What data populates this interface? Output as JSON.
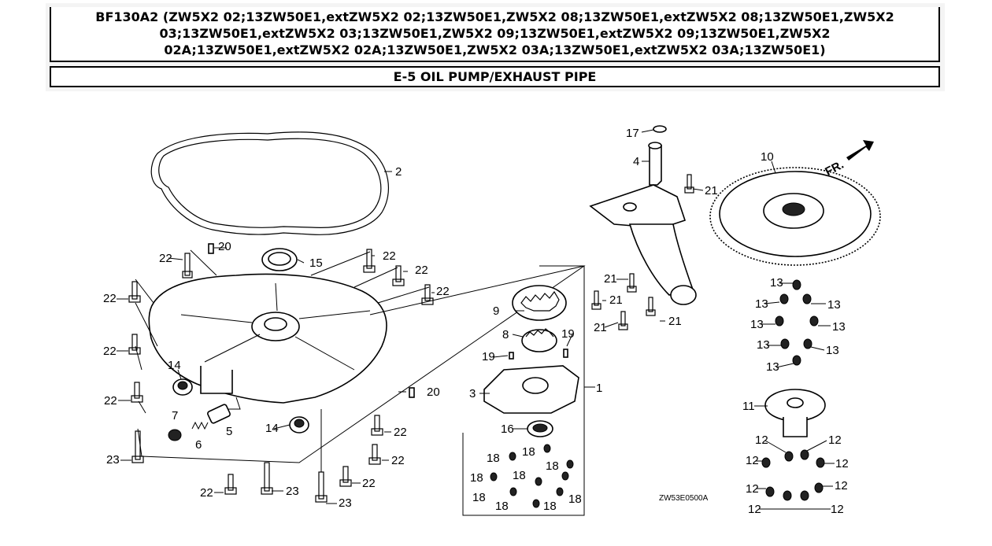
{
  "header": {
    "title_lines": [
      "BF130A2 (ZW5X2 02;13ZW50E1,extZW5X2 02;13ZW50E1,ZW5X2 08;13ZW50E1,extZW5X2 08;13ZW50E1,ZW5X2",
      "03;13ZW50E1,extZW5X2 03;13ZW50E1,ZW5X2 09;13ZW50E1,extZW5X2 09;13ZW50E1,ZW5X2",
      "02A;13ZW50E1,extZW5X2 02A;13ZW50E1,ZW5X2 03A;13ZW50E1,extZW5X2 03A;13ZW50E1)"
    ],
    "section": "E-5 OIL PUMP/EXHAUST PIPE"
  },
  "diagram": {
    "drawing_code": "ZW53E0500A",
    "front_marker": "FR.",
    "callouts": [
      {
        "id": "c1",
        "text": "1"
      },
      {
        "id": "c2",
        "text": "2"
      },
      {
        "id": "c3",
        "text": "3"
      },
      {
        "id": "c4",
        "text": "4"
      },
      {
        "id": "c5",
        "text": "5"
      },
      {
        "id": "c6",
        "text": "6"
      },
      {
        "id": "c7",
        "text": "7"
      },
      {
        "id": "c8",
        "text": "8"
      },
      {
        "id": "c9",
        "text": "9"
      },
      {
        "id": "c10",
        "text": "10"
      },
      {
        "id": "c11",
        "text": "11"
      },
      {
        "id": "c14a",
        "text": "14"
      },
      {
        "id": "c14b",
        "text": "14"
      },
      {
        "id": "c15",
        "text": "15"
      },
      {
        "id": "c16",
        "text": "16"
      },
      {
        "id": "c17",
        "text": "17"
      },
      {
        "id": "c19a",
        "text": "19"
      },
      {
        "id": "c19b",
        "text": "19"
      },
      {
        "id": "c20a",
        "text": "20"
      },
      {
        "id": "c20b",
        "text": "20"
      },
      {
        "id": "c21a",
        "text": "21"
      },
      {
        "id": "c21b",
        "text": "21"
      },
      {
        "id": "c21c",
        "text": "21"
      },
      {
        "id": "c21d",
        "text": "21"
      },
      {
        "id": "c21e",
        "text": "21"
      },
      {
        "id": "c22a",
        "text": "22"
      },
      {
        "id": "c22b",
        "text": "22"
      },
      {
        "id": "c22c",
        "text": "22"
      },
      {
        "id": "c22d",
        "text": "22"
      },
      {
        "id": "c22e",
        "text": "22"
      },
      {
        "id": "c22f",
        "text": "22"
      },
      {
        "id": "c22g",
        "text": "22"
      },
      {
        "id": "c22h",
        "text": "22"
      },
      {
        "id": "c22i",
        "text": "22"
      },
      {
        "id": "c22j",
        "text": "22"
      },
      {
        "id": "c22k",
        "text": "22"
      },
      {
        "id": "c23a",
        "text": "23"
      },
      {
        "id": "c23b",
        "text": "23"
      },
      {
        "id": "c23c",
        "text": "23"
      },
      {
        "id": "c13a",
        "text": "13"
      },
      {
        "id": "c13b",
        "text": "13"
      },
      {
        "id": "c13c",
        "text": "13"
      },
      {
        "id": "c13d",
        "text": "13"
      },
      {
        "id": "c13e",
        "text": "13"
      },
      {
        "id": "c13f",
        "text": "13"
      },
      {
        "id": "c13g",
        "text": "13"
      },
      {
        "id": "c13h",
        "text": "13"
      },
      {
        "id": "c12a",
        "text": "12"
      },
      {
        "id": "c12b",
        "text": "12"
      },
      {
        "id": "c12c",
        "text": "12"
      },
      {
        "id": "c12d",
        "text": "12"
      },
      {
        "id": "c12e",
        "text": "12"
      },
      {
        "id": "c12f",
        "text": "12"
      },
      {
        "id": "c12g",
        "text": "12"
      },
      {
        "id": "c12h",
        "text": "12"
      },
      {
        "id": "c18a",
        "text": "18"
      },
      {
        "id": "c18b",
        "text": "18"
      },
      {
        "id": "c18c",
        "text": "18"
      },
      {
        "id": "c18d",
        "text": "18"
      },
      {
        "id": "c18e",
        "text": "18"
      },
      {
        "id": "c18f",
        "text": "18"
      },
      {
        "id": "c18g",
        "text": "18"
      },
      {
        "id": "c18h",
        "text": "18"
      },
      {
        "id": "c18i",
        "text": "18"
      }
    ]
  }
}
